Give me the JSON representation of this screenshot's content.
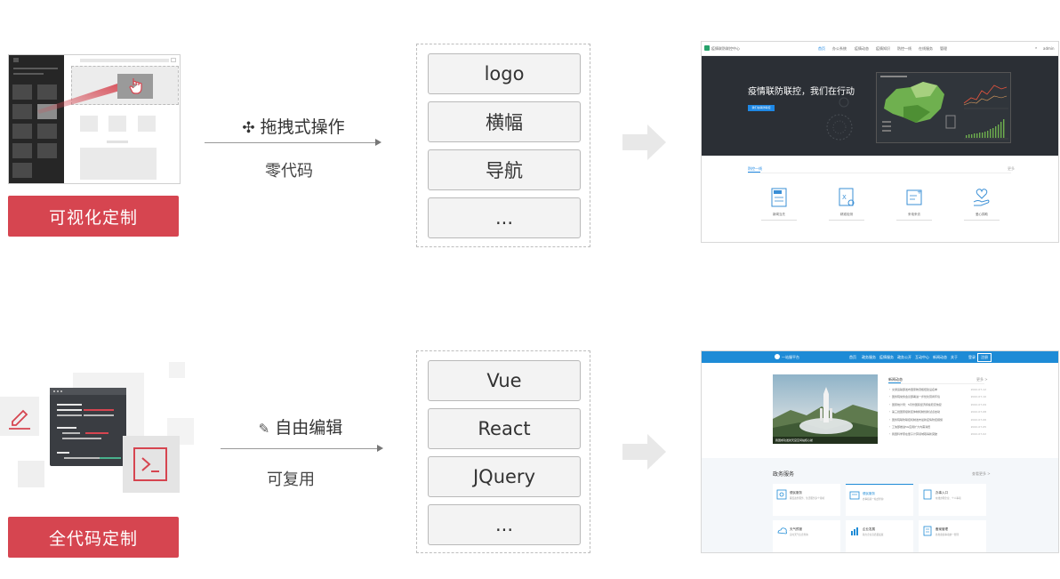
{
  "row1": {
    "label": "可视化定制",
    "action_title": "拖拽式操作",
    "action_sub": "零代码",
    "components": [
      "logo",
      "横幅",
      "导航",
      "..."
    ],
    "preview": {
      "brand": "疫情联防联控中心",
      "nav": [
        "首页",
        "办公系统",
        "疫情动态",
        "疫情知识",
        "防控一线",
        "在线服务",
        "管理"
      ],
      "user": "admin",
      "hero_title": "疫情联防联控，我们在行动",
      "hero_button": "我们在联防联控",
      "section_title": "防控一线",
      "section_more": "更多",
      "cards": [
        {
          "title": "新闻当先",
          "icon": "news-icon"
        },
        {
          "title": "精准检测",
          "icon": "test-icon"
        },
        {
          "title": "来电来访",
          "icon": "form-icon"
        },
        {
          "title": "爱心捐助",
          "icon": "heart-hand-icon"
        }
      ],
      "colors": {
        "hero": "#2b2f35",
        "accent": "#1e88e5",
        "map": "#6fb04f"
      }
    }
  },
  "row2": {
    "label": "全代码定制",
    "action_title": "自由编辑",
    "action_sub": "可复用",
    "components": [
      "Vue",
      "React",
      "JQuery",
      "..."
    ],
    "preview": {
      "brand": "一站服平台",
      "nav": [
        "首页",
        "政务服务",
        "疫情服务",
        "政务公开",
        "互动中心",
        "新闻动态",
        "关于"
      ],
      "login": "登录",
      "register": "注册",
      "news_title": "新闻动态",
      "news_more": "更多 >",
      "photo_caption": "我国成功发射天宫空间站核心舱",
      "news_items": [
        "・ 交通运输部发布国家物流枢纽建设名单",
        "・ 国务院常务会议部署进一步优化营商环境",
        "・ 国家统计局：5月份国民经济持续稳定恢复",
        "・ 第三批国家级新区体制机制创新试点启动",
        "・ 国务院联防联控机制发布最新疫情防控措施",
        "・ 工信部推进5G应用扩大内需消费",
        "・ 我国科学家在量子计算领域取得新突破"
      ],
      "news_dates": [
        "2022-07-12",
        "2022-07-10",
        "2022-07-09",
        "2022-07-08",
        "2022-07-06",
        "2022-07-05",
        "2022-07-02"
      ],
      "services_title": "政务服务",
      "services_more": "查看更多 >",
      "services": [
        {
          "title": "便民服务",
          "desc": "覆盖政务服务、生活服务多个领域"
        },
        {
          "title": "便民服务",
          "desc": "办事指南一站式查询"
        },
        {
          "title": "办事入口",
          "desc": "在线办理企业、个人事项"
        },
        {
          "title": "天气预报",
          "desc": "实时天气信息查询"
        },
        {
          "title": "企业发展",
          "desc": "助力企业高质量发展"
        },
        {
          "title": "备案管理",
          "desc": "各类备案事项统一管理"
        }
      ],
      "colors": {
        "header": "#1e8bd6",
        "accent": "#1e8bd6"
      }
    }
  }
}
